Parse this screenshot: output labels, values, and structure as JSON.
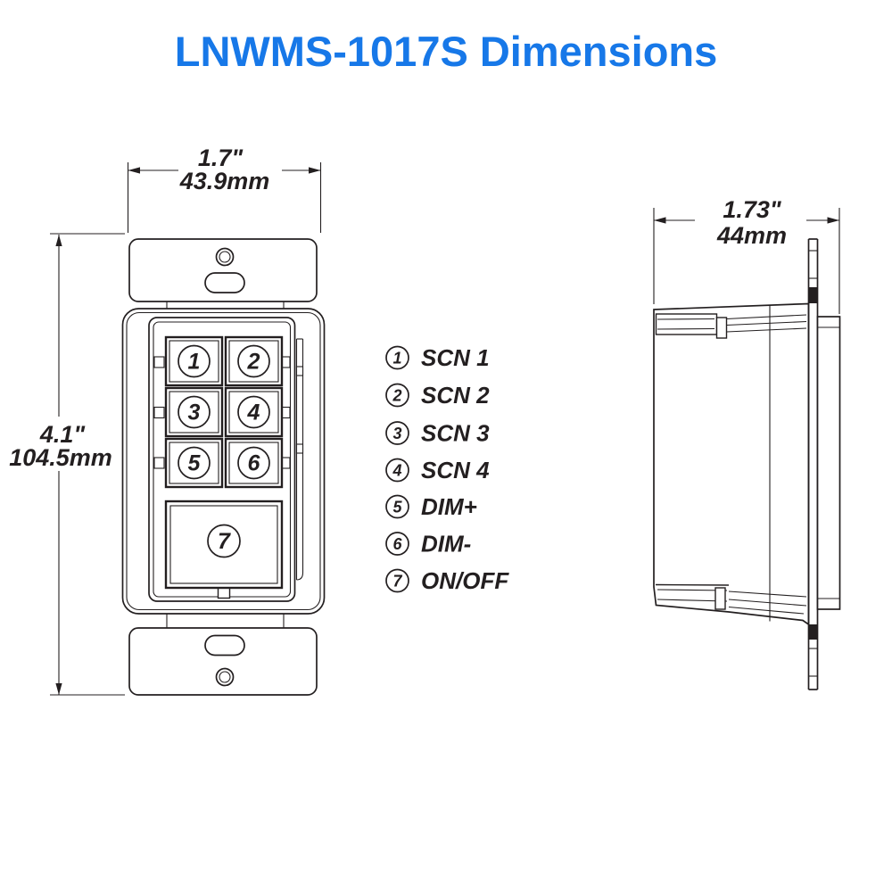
{
  "title": {
    "text": "LNWMS-1017S Dimensions",
    "color": "#1778E8"
  },
  "colors": {
    "title_blue": "#1778E8",
    "line": "#231f20",
    "background": "#ffffff"
  },
  "front_view": {
    "width_dim": {
      "inches": "1.7\"",
      "mm": "43.9mm"
    },
    "height_dim": {
      "inches": "4.1\"",
      "mm": "104.5mm"
    },
    "buttons": [
      "1",
      "2",
      "3",
      "4",
      "5",
      "6",
      "7"
    ]
  },
  "side_view": {
    "depth_dim": {
      "inches": "1.73\"",
      "mm": "44mm"
    }
  },
  "legend": [
    {
      "num": "1",
      "label": "SCN 1"
    },
    {
      "num": "2",
      "label": "SCN 2"
    },
    {
      "num": "3",
      "label": "SCN 3"
    },
    {
      "num": "4",
      "label": "SCN 4"
    },
    {
      "num": "5",
      "label": "DIM+"
    },
    {
      "num": "6",
      "label": "DIM-"
    },
    {
      "num": "7",
      "label": "ON/OFF"
    }
  ]
}
